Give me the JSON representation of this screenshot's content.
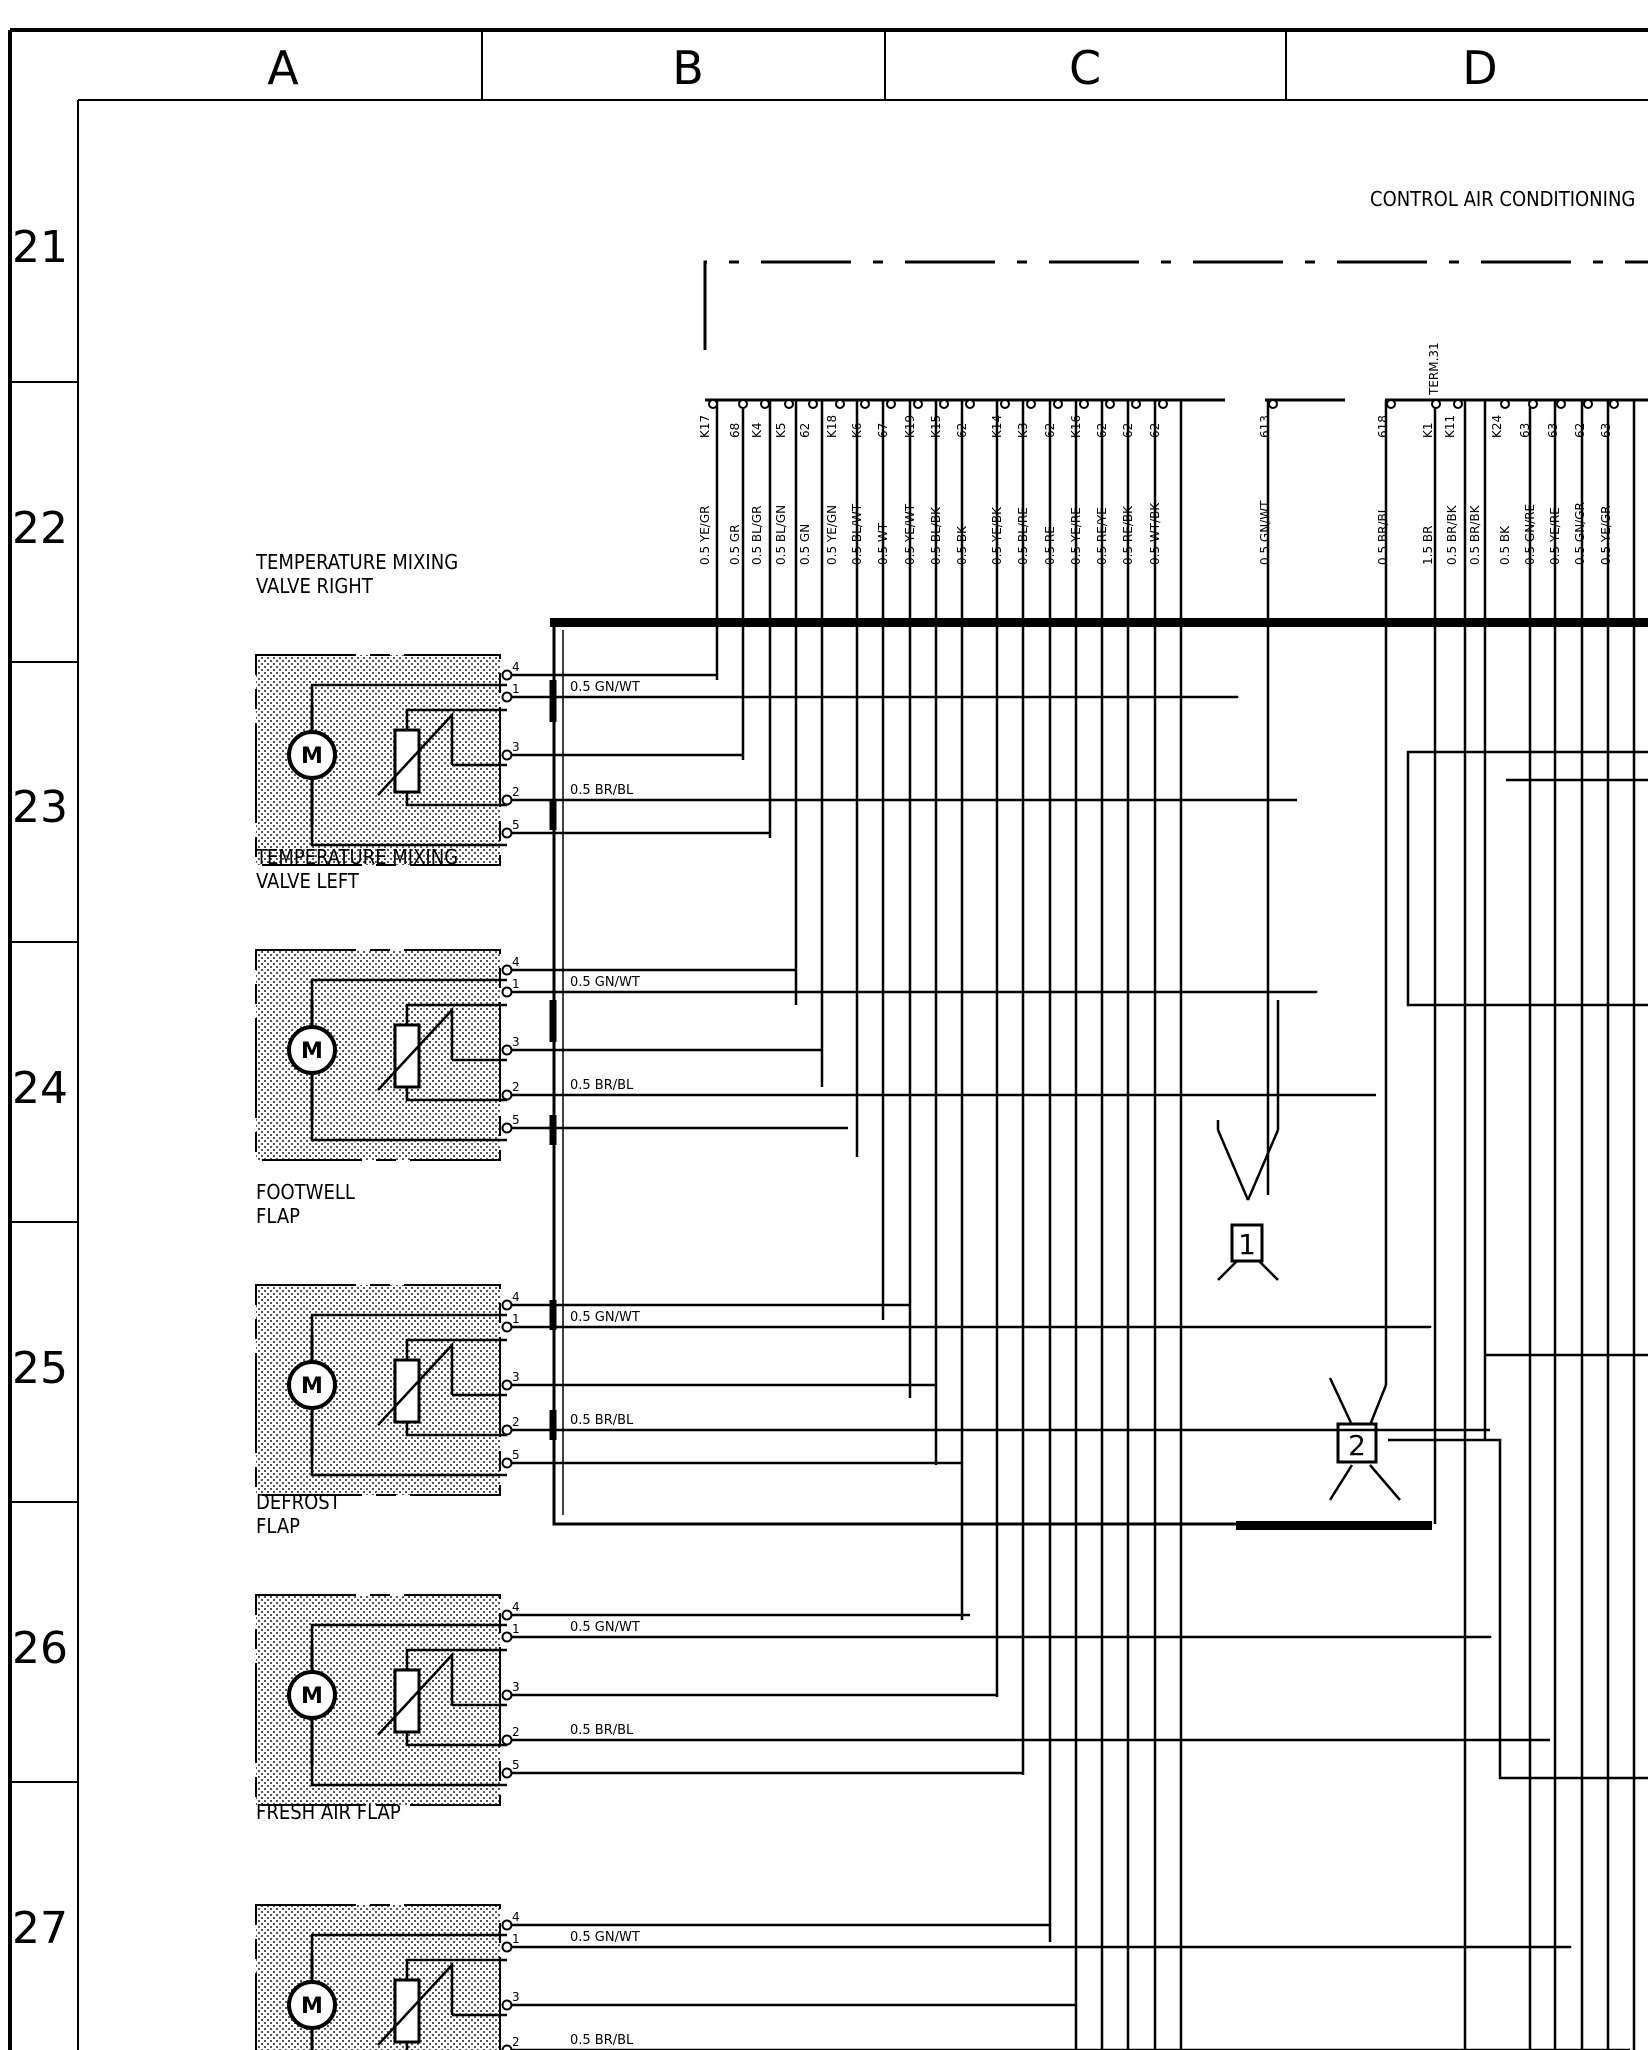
{
  "grid": {
    "columns": [
      "A",
      "B",
      "C",
      "D"
    ],
    "rows": [
      "21",
      "22",
      "23",
      "24",
      "25",
      "26",
      "27"
    ]
  },
  "unit_title": "CONTROL AIR CONDITIONING",
  "term_label": "TERM.31",
  "pins": [
    "K17",
    "68",
    "K4",
    "K5",
    "62",
    "K18",
    "K6",
    "67",
    "K19",
    "K15",
    "62",
    "K14",
    "K3",
    "62",
    "K16",
    "62",
    "62",
    "62",
    "613",
    "618",
    "K1",
    "K11",
    "K24",
    "63",
    "63",
    "62",
    "63"
  ],
  "wires": [
    "0.5 YE/GR",
    "0.5 GR",
    "0.5 BL/GR",
    "0.5 BL/GN",
    "0.5 GN",
    "0.5 YE/GN",
    "0.5 BL/WT",
    "0.5 WT",
    "0.5 YE/WT",
    "0.5 BL/BK",
    "0.5 BK",
    "0.5 YE/BK",
    "0.5 BL/RE",
    "0.5 RE",
    "0.5 YE/RE",
    "0.5 RE/YE",
    "0.5 RE/BK",
    "0.5 WT/BK",
    "0.5 GN/WT",
    "0.5 BR/BL",
    "1.5 BR",
    "0.5 BR/BK",
    "0.5 BR/BK",
    "0.5 BK",
    "0.5 GN/RE",
    "0.5 YE/RE",
    "0.5 GN/GR",
    "0.5 YE/GR"
  ],
  "components": [
    {
      "name": "TEMPERATURE MIXING",
      "name2": "VALVE RIGHT",
      "wire1": "0.5 GN/WT",
      "wire2": "0.5 BR/BL"
    },
    {
      "name": "TEMPERATURE MIXING",
      "name2": "VALVE LEFT",
      "wire1": "0.5 GN/WT",
      "wire2": "0.5 BR/BL"
    },
    {
      "name": "FOOTWELL",
      "name2": "FLAP",
      "wire1": "0.5 GN/WT",
      "wire2": "0.5 BR/BL"
    },
    {
      "name": "DEFROST",
      "name2": "FLAP",
      "wire1": "0.5 GN/WT",
      "wire2": "0.5 BR/BL"
    },
    {
      "name": "FRESH AIR FLAP",
      "name2": "",
      "wire1": "0.5 GN/WT",
      "wire2": "0.5 BR/BL"
    }
  ],
  "pin_numbers": [
    "4",
    "1",
    "3",
    "2",
    "5"
  ],
  "motor_symbol": "M",
  "splices": [
    "1",
    "2"
  ]
}
